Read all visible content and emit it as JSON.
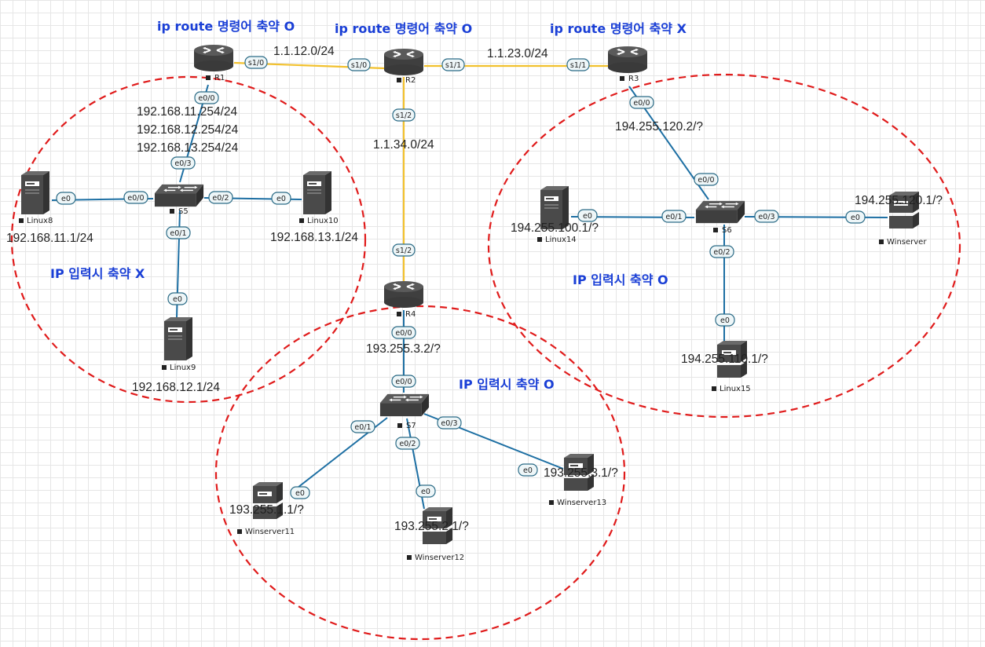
{
  "zone_titles": {
    "r1_route": "ip route 명령어 축약 O",
    "r2_route": "ip route 명령어 축약 O",
    "r3_route": "ip route 명령어 축약 X",
    "left_ip": "IP 입력시 축약 X",
    "right_ip": "IP 입력시 축약 O",
    "bottom_ip": "IP 입력시 축약 O"
  },
  "devices": {
    "r1": "R1",
    "r2": "R2",
    "r3": "R3",
    "r4": "R4",
    "s5": "S5",
    "s6": "S6",
    "s7": "S7",
    "linux8": "Linux8",
    "linux9": "Linux9",
    "linux10": "Linux10",
    "linux14": "Linux14",
    "linux15": "Linux15",
    "winserver": "Winserver",
    "winserver11": "Winserver11",
    "winserver12": "Winserver12",
    "winserver13": "Winserver13"
  },
  "networks": {
    "r1_r2": "1.1.12.0/24",
    "r2_r3": "1.1.23.0/24",
    "r2_r4": "1.1.34.0/24"
  },
  "ips": {
    "r1_e00_a": "192.168.11.254/24",
    "r1_e00_b": "192.168.12.254/24",
    "r1_e00_c": "192.168.13.254/24",
    "linux8": "192.168.11.1/24",
    "linux10": "192.168.13.1/24",
    "linux9": "192.168.12.1/24",
    "r3_e00": "194.255.120.2/?",
    "linux14": "194.255.100.1/?",
    "winserver": "194.255.120.1/?",
    "linux15": "194.255.110.1/?",
    "r4_e00": "193.255.3.2/?",
    "winserver11": "193.255.1.1/?",
    "winserver12": "193.255.2.1/?",
    "winserver13": "193.255.3.1/?"
  },
  "ports": {
    "r1_s10": "s1/0",
    "r2_s10": "s1/0",
    "r2_s11": "s1/1",
    "r3_s11": "s1/1",
    "r2_s12": "s1/2",
    "r4_s12": "s1/2",
    "r1_e00": "e0/0",
    "s5_e03": "e0/3",
    "s5_e00": "e0/0",
    "s5_e02": "e0/2",
    "s5_e01": "e0/1",
    "linux8_e0": "e0",
    "linux10_e0": "e0",
    "linux9_e0": "e0",
    "r3_e00": "e0/0",
    "s6_e00": "e0/0",
    "s6_e01": "e0/1",
    "s6_e03": "e0/3",
    "s6_e02": "e0/2",
    "linux14_e0": "e0",
    "winserver_e0": "e0",
    "linux15_e0": "e0",
    "r4_e00": "e0/0",
    "s7_e00": "e0/0",
    "s7_e01": "e0/1",
    "s7_e02": "e0/2",
    "s7_e03": "e0/3",
    "winserver11_e0": "e0",
    "winserver12_e0": "e0",
    "winserver13_e0": "e0"
  }
}
